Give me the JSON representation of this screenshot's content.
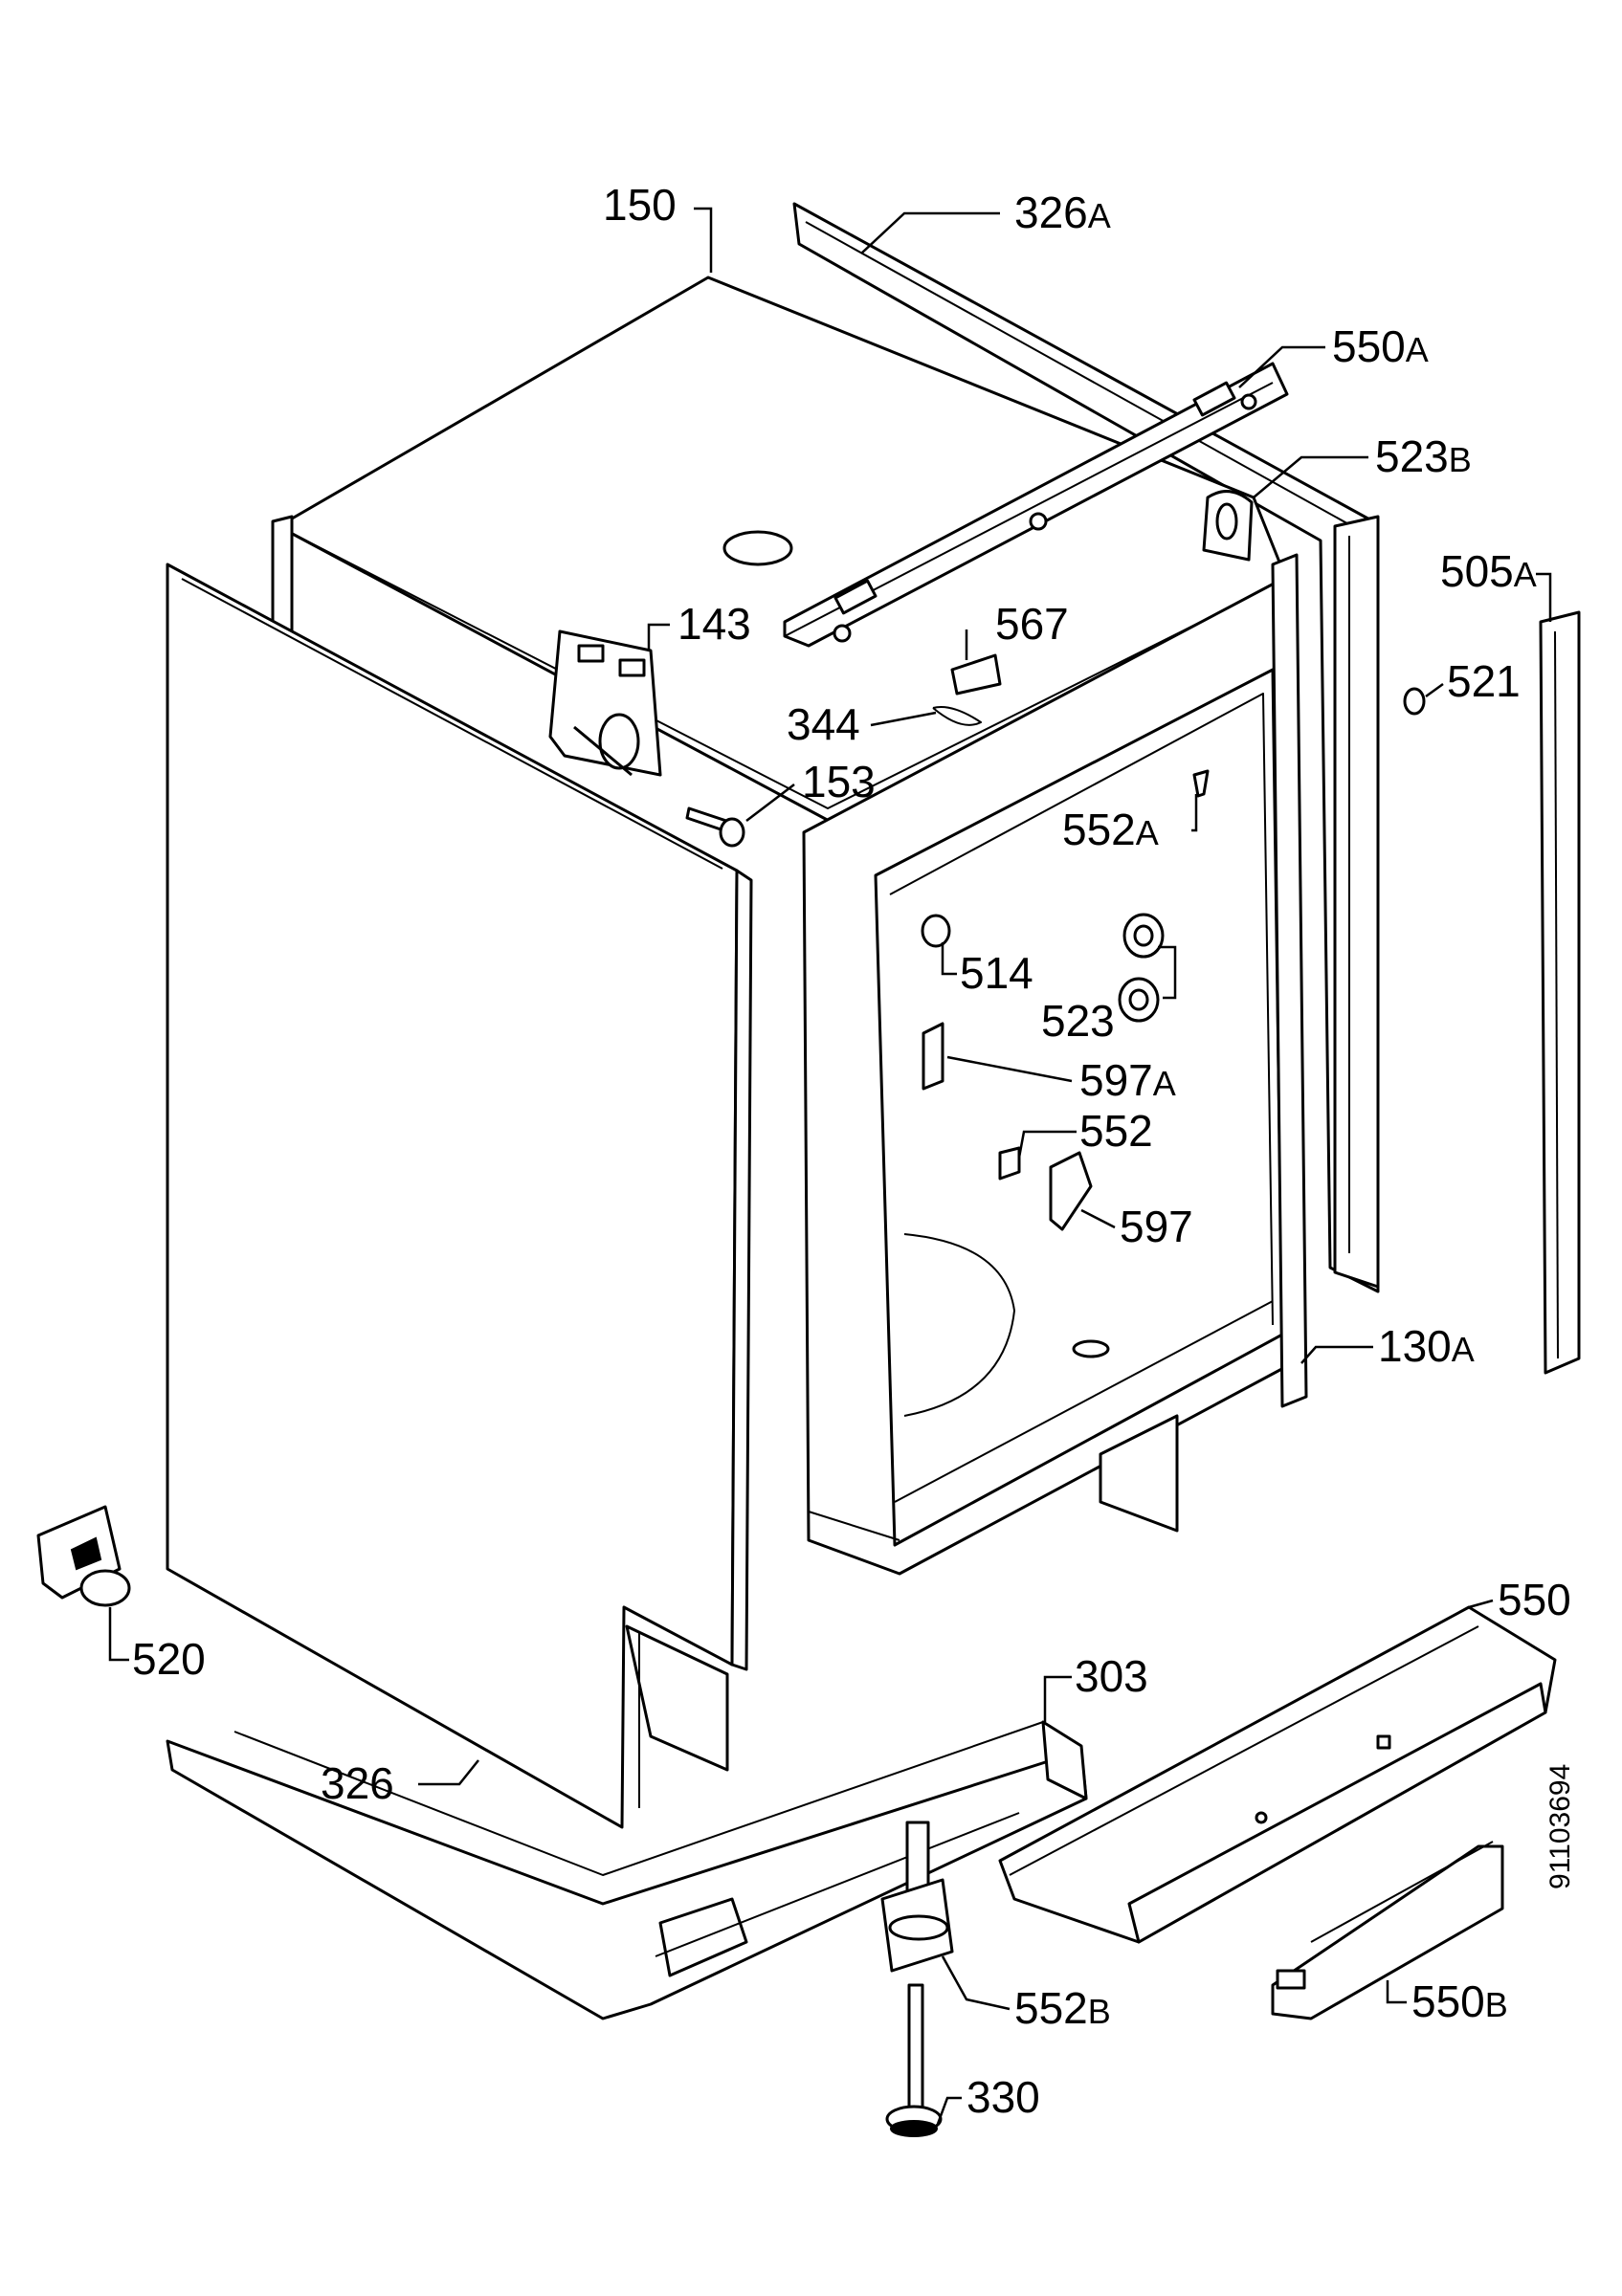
{
  "diagram": {
    "document_number": "91103694",
    "callouts": [
      {
        "id": "150",
        "num": "150",
        "suffix": ""
      },
      {
        "id": "326A",
        "num": "326",
        "suffix": "A"
      },
      {
        "id": "550A",
        "num": "550",
        "suffix": "A"
      },
      {
        "id": "523B",
        "num": "523",
        "suffix": "B"
      },
      {
        "id": "505A",
        "num": "505",
        "suffix": "A"
      },
      {
        "id": "143",
        "num": "143",
        "suffix": ""
      },
      {
        "id": "567",
        "num": "567",
        "suffix": ""
      },
      {
        "id": "521",
        "num": "521",
        "suffix": ""
      },
      {
        "id": "344",
        "num": "344",
        "suffix": ""
      },
      {
        "id": "153",
        "num": "153",
        "suffix": ""
      },
      {
        "id": "552A",
        "num": "552",
        "suffix": "A"
      },
      {
        "id": "514",
        "num": "514",
        "suffix": ""
      },
      {
        "id": "523",
        "num": "523",
        "suffix": ""
      },
      {
        "id": "597A",
        "num": "597",
        "suffix": "A"
      },
      {
        "id": "552",
        "num": "552",
        "suffix": ""
      },
      {
        "id": "597",
        "num": "597",
        "suffix": ""
      },
      {
        "id": "130A",
        "num": "130",
        "suffix": "A"
      },
      {
        "id": "520",
        "num": "520",
        "suffix": ""
      },
      {
        "id": "550",
        "num": "550",
        "suffix": ""
      },
      {
        "id": "303",
        "num": "303",
        "suffix": ""
      },
      {
        "id": "326",
        "num": "326",
        "suffix": ""
      },
      {
        "id": "552B",
        "num": "552",
        "suffix": "B"
      },
      {
        "id": "550B",
        "num": "550",
        "suffix": "B"
      },
      {
        "id": "330",
        "num": "330",
        "suffix": ""
      }
    ]
  }
}
